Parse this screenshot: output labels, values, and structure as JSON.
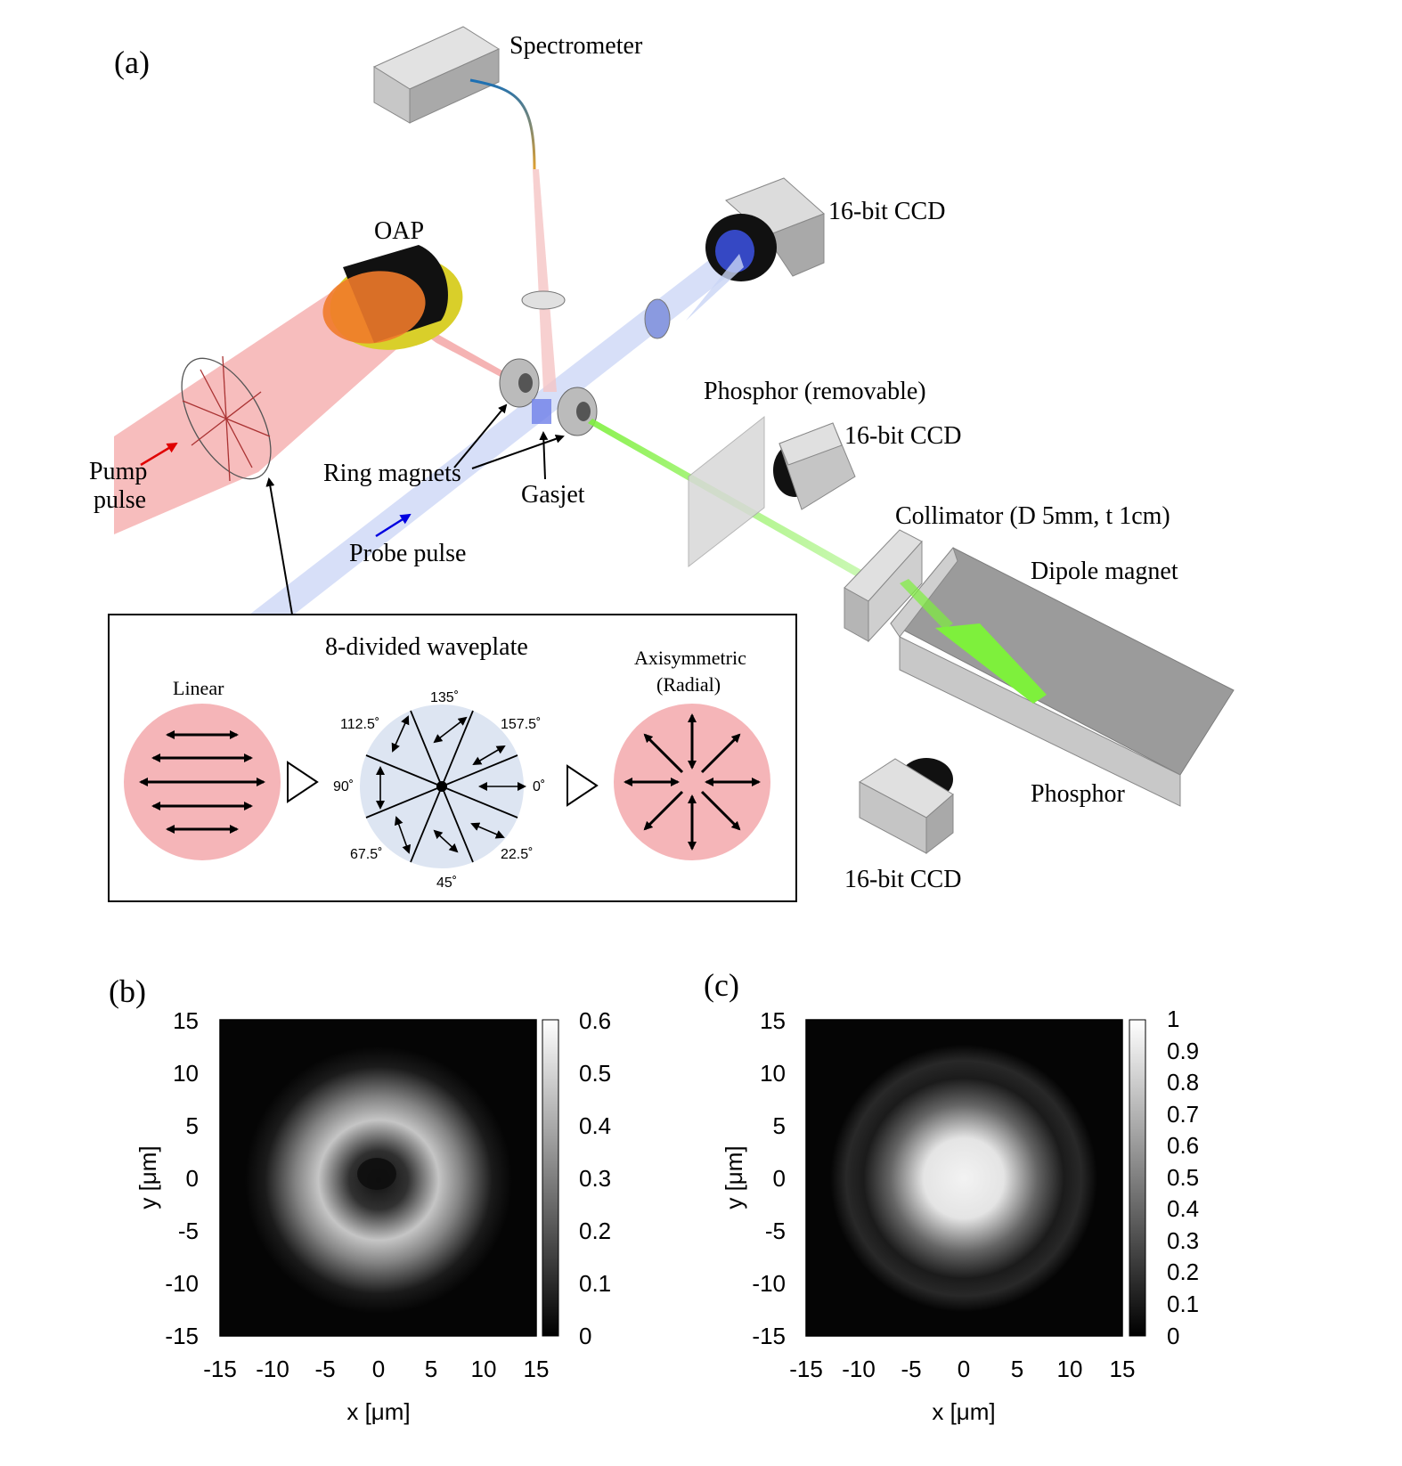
{
  "panel_a": {
    "label": "(a)",
    "components": {
      "spectrometer": "Spectrometer",
      "ccd_top": "16-bit CCD",
      "oap": "OAP",
      "phosphor_removable": "Phosphor (removable)",
      "ccd_mid": "16-bit CCD",
      "collimator": "Collimator (D 5mm, t 1cm)",
      "dipole_magnet": "Dipole magnet",
      "phosphor": "Phosphor",
      "ccd_bottom": "16-bit CCD",
      "pump_pulse_line1": "Pump",
      "pump_pulse_line2": "pulse",
      "ring_magnets": "Ring magnets",
      "gasjet": "Gasjet",
      "probe_pulse": "Probe pulse"
    },
    "inset": {
      "title": "8-divided waveplate",
      "linear_label": "Linear",
      "axisym_line1": "Axisymmetric",
      "axisym_line2": "(Radial)",
      "angles": [
        "0˚",
        "22.5˚",
        "45˚",
        "67.5˚",
        "90˚",
        "112.5˚",
        "135˚",
        "157.5˚"
      ]
    }
  },
  "panel_b": {
    "label": "(b)",
    "xlabel": "x [μm]",
    "ylabel": "y [μm]",
    "xticks": [
      "-15",
      "-10",
      "-5",
      "0",
      "5",
      "10",
      "15"
    ],
    "yticks": [
      "15",
      "10",
      "5",
      "0",
      "-5",
      "-10",
      "-15"
    ],
    "colorbar_ticks": [
      "0.6",
      "0.5",
      "0.4",
      "0.3",
      "0.2",
      "0.1",
      "0"
    ]
  },
  "panel_c": {
    "label": "(c)",
    "xlabel": "x [μm]",
    "ylabel": "y [μm]",
    "xticks": [
      "-15",
      "-10",
      "-5",
      "0",
      "5",
      "10",
      "15"
    ],
    "yticks": [
      "15",
      "10",
      "5",
      "0",
      "-5",
      "-10",
      "-15"
    ],
    "colorbar_ticks": [
      "1",
      "0.9",
      "0.8",
      "0.7",
      "0.6",
      "0.5",
      "0.4",
      "0.3",
      "0.2",
      "0.1",
      "0"
    ]
  },
  "colors": {
    "pump_beam": "#f6b1b1",
    "probe_beam": "#c9d4f5",
    "electron_beam": "#7ef03c",
    "metal_gray": "#c8c8c8",
    "waveplate_fill": "#dde5f2",
    "polarization_disk": "#f5b5b8",
    "oap_yellow": "#d9cf2a",
    "oap_orange": "#f07a2a"
  }
}
